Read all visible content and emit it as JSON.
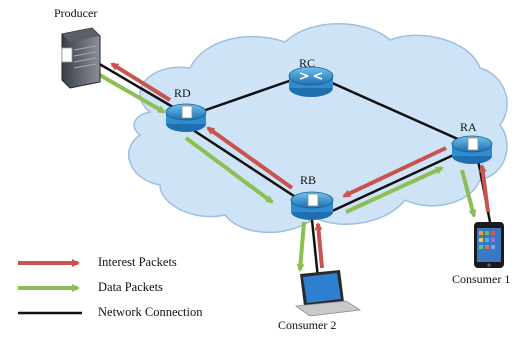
{
  "nodes": {
    "producer": "Producer",
    "rd": "RD",
    "rc": "RC",
    "ra": "RA",
    "rb": "RB",
    "consumer1": "Consumer 1",
    "consumer2": "Consumer 2"
  },
  "legend": {
    "interest": "Interest Packets",
    "data": "Data Packets",
    "connection": "Network Connection"
  },
  "colors": {
    "interest": "#c9534e",
    "data": "#8cbf52",
    "connection": "#111111",
    "cloud_fill": "#cfe3f6",
    "cloud_stroke": "#9fbfe0",
    "router_blue": "#2e8ccf"
  }
}
